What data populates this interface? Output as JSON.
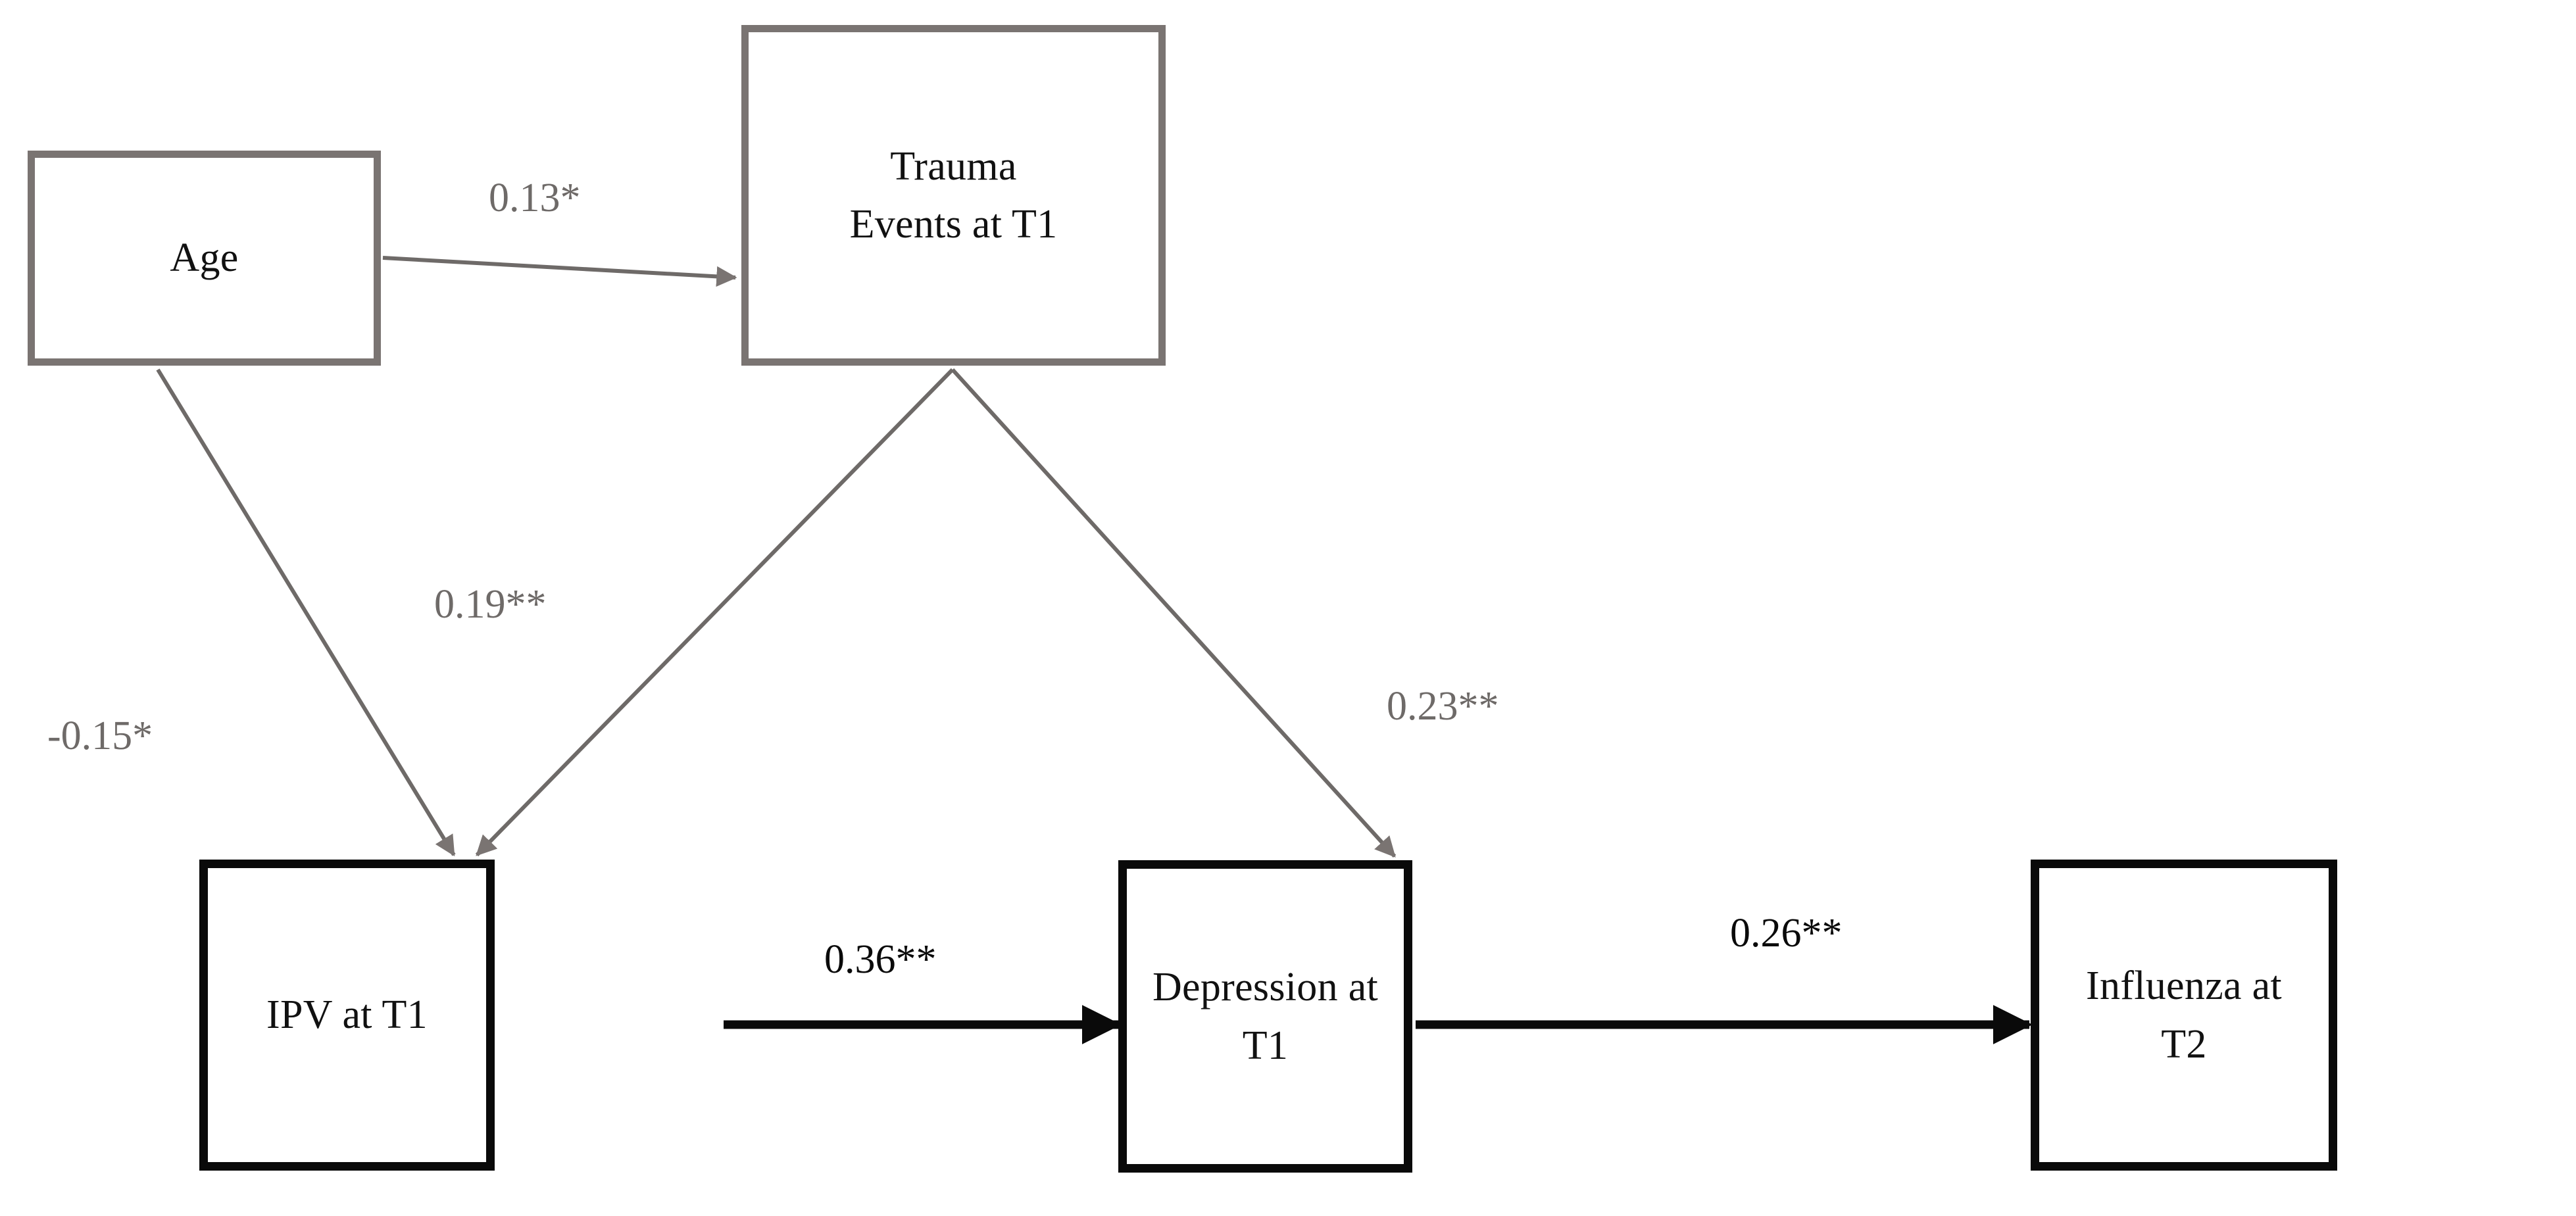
{
  "figure": {
    "type": "path-diagram",
    "background_color": "#ffffff",
    "exogenous_color": "#7a7472",
    "endogenous_color": "#0a0a0a",
    "path_label_gray": "#6e6a68",
    "path_label_black": "#0a0a0a"
  },
  "nodes": {
    "age": {
      "label": "Age"
    },
    "trauma": {
      "label_line1": "Trauma",
      "label_line2": "Events at T1"
    },
    "ipv": {
      "label": "IPV at T1"
    },
    "depression": {
      "label_line1": "Depression at",
      "label_line2": "T1"
    },
    "influenza": {
      "label_line1": "Influenza at",
      "label_line2": "T2"
    }
  },
  "paths": {
    "age_to_trauma": {
      "label": "0.13*",
      "value": 0.13,
      "significance": "*"
    },
    "age_to_ipv": {
      "label": "-0.15*",
      "value": -0.15,
      "significance": "*"
    },
    "trauma_to_ipv": {
      "label": "0.19**",
      "value": 0.19,
      "significance": "**"
    },
    "trauma_to_depression": {
      "label": "0.23**",
      "value": 0.23,
      "significance": "**"
    },
    "ipv_to_depression": {
      "label": "0.36**",
      "value": 0.36,
      "significance": "**"
    },
    "depression_to_influenza": {
      "label": "0.26**",
      "value": 0.26,
      "significance": "**"
    }
  },
  "chart_data": {
    "type": "diagram",
    "title": "",
    "nodes": [
      {
        "id": "age",
        "label": "Age",
        "style": "gray"
      },
      {
        "id": "trauma",
        "label": "Trauma Events at T1",
        "style": "gray"
      },
      {
        "id": "ipv",
        "label": "IPV at T1",
        "style": "black"
      },
      {
        "id": "depression",
        "label": "Depression at T1",
        "style": "black"
      },
      {
        "id": "influenza",
        "label": "Influenza at T2",
        "style": "black"
      }
    ],
    "edges": [
      {
        "from": "age",
        "to": "trauma",
        "label": "0.13*",
        "value": 0.13,
        "style": "gray"
      },
      {
        "from": "age",
        "to": "ipv",
        "label": "-0.15*",
        "value": -0.15,
        "style": "gray"
      },
      {
        "from": "trauma",
        "to": "ipv",
        "label": "0.19**",
        "value": 0.19,
        "style": "gray"
      },
      {
        "from": "trauma",
        "to": "depression",
        "label": "0.23**",
        "value": 0.23,
        "style": "gray"
      },
      {
        "from": "ipv",
        "to": "depression",
        "label": "0.36**",
        "value": 0.36,
        "style": "black"
      },
      {
        "from": "depression",
        "to": "influenza",
        "label": "0.26**",
        "value": 0.26,
        "style": "black"
      }
    ]
  }
}
